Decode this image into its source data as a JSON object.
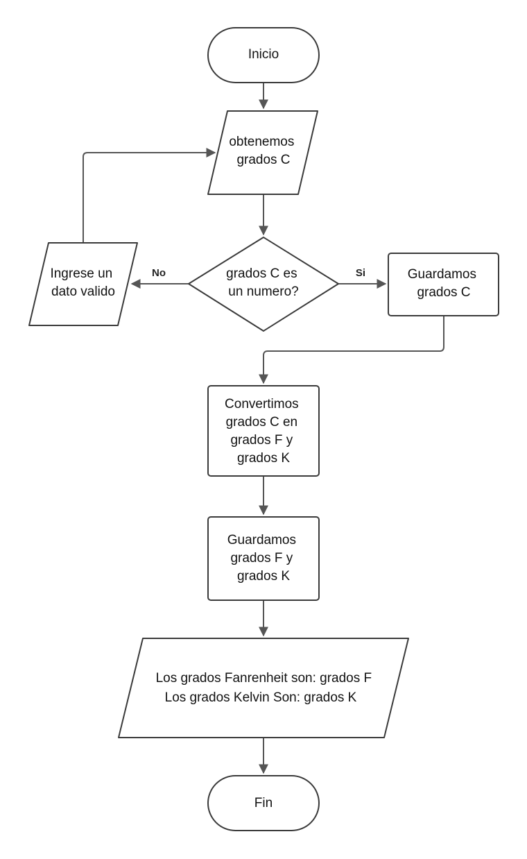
{
  "nodes": {
    "start": {
      "lines": [
        "Inicio"
      ]
    },
    "input": {
      "lines": [
        "obtenemos",
        "grados C"
      ]
    },
    "decision": {
      "lines": [
        "grados C es",
        "un numero?"
      ]
    },
    "retry": {
      "lines": [
        "Ingrese un",
        "dato valido"
      ]
    },
    "store_c": {
      "lines": [
        "Guardamos",
        "grados C"
      ]
    },
    "convert": {
      "lines": [
        "Convertimos",
        "grados C en",
        "grados F y",
        "grados K"
      ]
    },
    "store_fk": {
      "lines": [
        "Guardamos",
        "grados F y",
        "grados K"
      ]
    },
    "output": {
      "lines": [
        "Los grados Fanrenheit son: grados F",
        "Los grados Kelvin Son: grados K"
      ]
    },
    "end": {
      "lines": [
        "Fin"
      ]
    }
  },
  "edges": {
    "no_label": "No",
    "si_label": "Si"
  },
  "colors": {
    "stroke": "#3a3a3a",
    "connector": "#555555",
    "fill": "#ffffff"
  }
}
